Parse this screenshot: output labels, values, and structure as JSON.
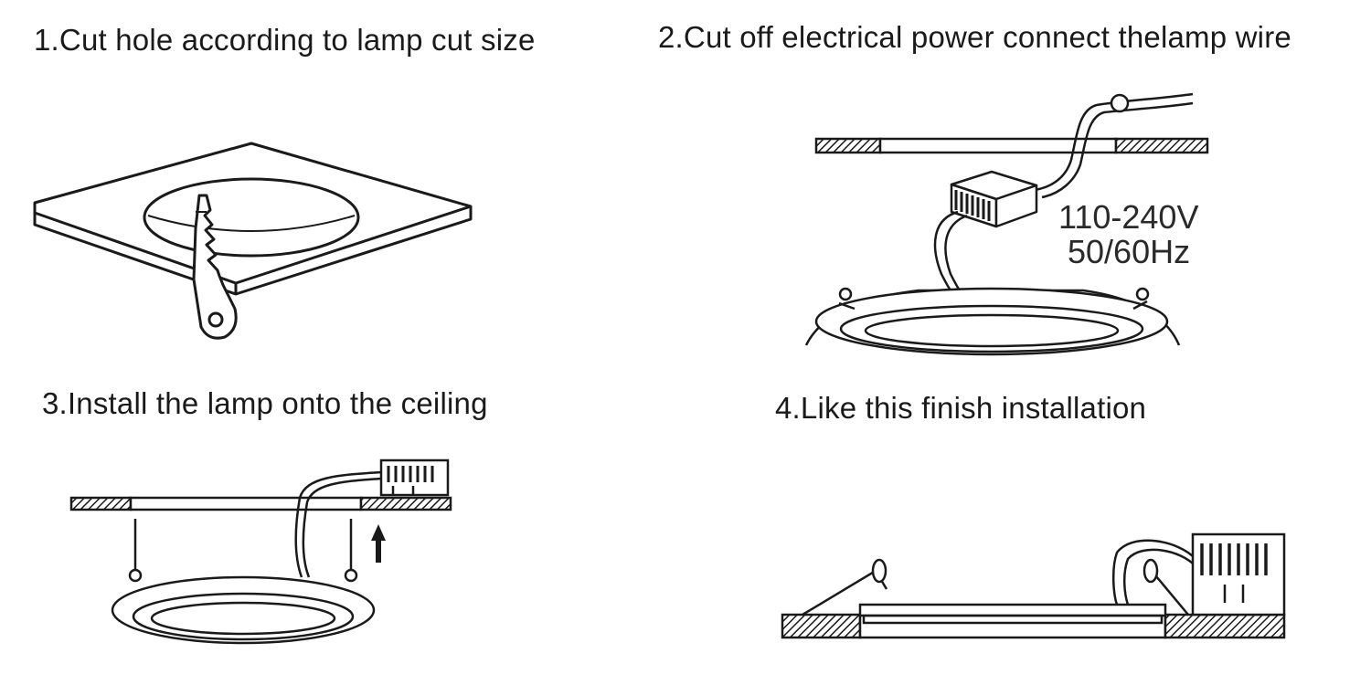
{
  "steps": [
    {
      "title": "1.Cut hole according to lamp cut size"
    },
    {
      "title": "2.Cut off electrical power connect thelamp wire"
    },
    {
      "title": "3.Install the lamp onto the ceiling"
    },
    {
      "title": "4.Like this finish installation"
    }
  ],
  "driver_label": {
    "voltage": "110-240V",
    "frequency": "50/60Hz"
  },
  "colors": {
    "line": "#1a1a1a",
    "background": "#ffffff"
  }
}
